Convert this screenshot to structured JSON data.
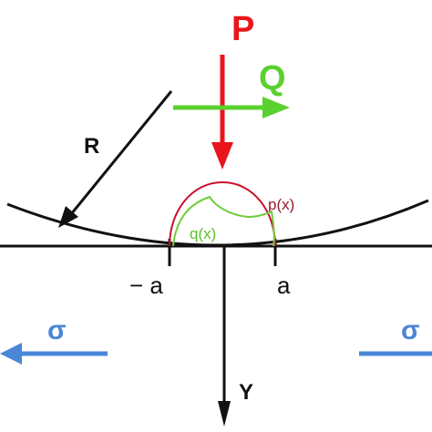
{
  "labels": {
    "P": "P",
    "Q": "Q",
    "R": "R",
    "p_x": "p(x)",
    "q_x": "q(x)",
    "minus_a": "− a",
    "a": "a",
    "sigma_left": "σ",
    "sigma_right": "σ",
    "Y": "Y"
  },
  "colors": {
    "P": "#e8151b",
    "Q": "#5ad12e",
    "R": "#111111",
    "p_curve": "#c8102e",
    "q_curve": "#6fcf3a",
    "q_label": "#5bbf2a",
    "p_label": "#9b1a2c",
    "sigma": "#4a86d8",
    "axis": "#111111"
  }
}
